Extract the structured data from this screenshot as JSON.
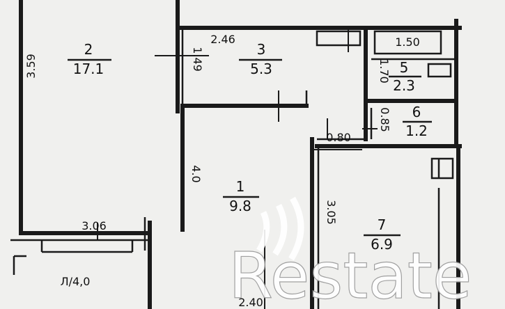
{
  "rooms": [
    {
      "number": "2",
      "area": "17.1"
    },
    {
      "number": "3",
      "area": "5.3"
    },
    {
      "number": "5",
      "area": "2.3"
    },
    {
      "number": "6",
      "area": "1.2"
    },
    {
      "number": "1",
      "area": "9.8"
    },
    {
      "number": "7",
      "area": "6.9"
    }
  ],
  "dimensions": {
    "room2_height": "3.59",
    "room2_width": "3.06",
    "room3_width": "2.46",
    "room3_height": "1.49",
    "bath_width": "1.50",
    "bath_height": "1.70",
    "wc_height": "0.85",
    "corridor_width": "0.80",
    "room1_height": "4.0",
    "room7_height": "3.05",
    "bottom_width": "2.40"
  },
  "balcony": {
    "label": "Л/4,0"
  },
  "watermark": {
    "text": "Restate"
  },
  "colors": {
    "background": "#f0f0ee",
    "walls": "#1a1a1a"
  }
}
